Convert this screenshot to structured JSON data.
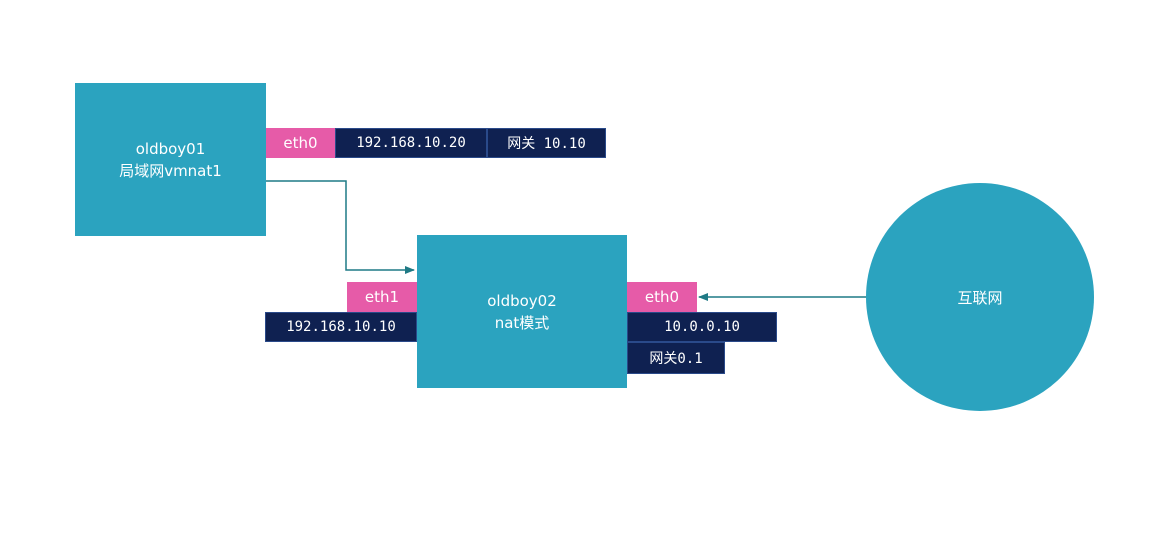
{
  "nodes": {
    "oldboy01": {
      "name": "oldboy01",
      "desc": "局域网vmnat1"
    },
    "oldboy02": {
      "name": "oldboy02",
      "desc": "nat模式"
    },
    "internet": {
      "name": "互联网"
    }
  },
  "interfaces": {
    "oldboy01_eth0": {
      "name": "eth0",
      "ip": "192.168.10.20",
      "gateway": "网关 10.10"
    },
    "oldboy02_eth1": {
      "name": "eth1",
      "ip": "192.168.10.10"
    },
    "oldboy02_eth0": {
      "name": "eth0",
      "ip": "10.0.0.10",
      "gateway": "网关0.1"
    }
  },
  "colors": {
    "node": "#2ba3bf",
    "interface_tag": "#e65ba8",
    "address_tag": "#0f2151",
    "connector": "#1f7a85"
  }
}
